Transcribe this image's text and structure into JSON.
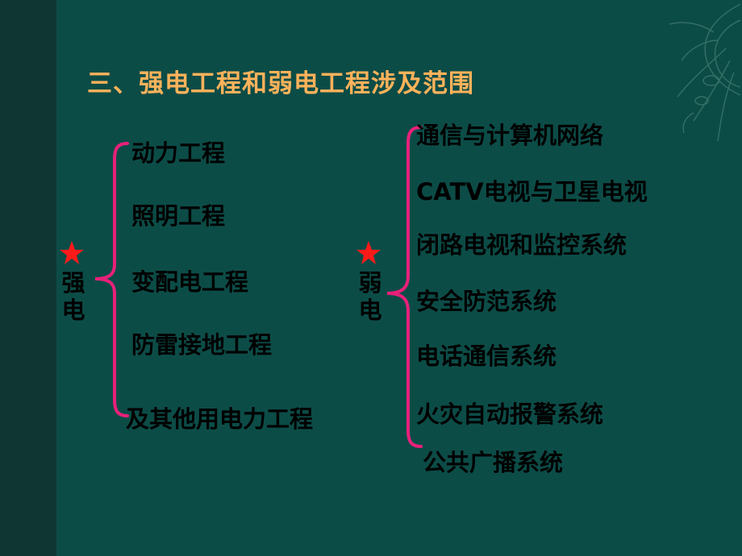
{
  "slide": {
    "title": "三、强电工程和弱电工程涉及范围",
    "strong": {
      "label_top": "强",
      "label_bottom": "电",
      "items": [
        "动力工程",
        "照明工程",
        "变配电工程",
        "防雷接地工程",
        "及其他用电力工程"
      ]
    },
    "weak": {
      "label_top": "弱",
      "label_bottom": "电",
      "items": [
        "通信与计算机网络",
        "CATV电视与卫星电视",
        "闭路电视和监控系统",
        "安全防范系统",
        "电话通信系统",
        "火灾自动报警系统",
        "公共广播系统"
      ]
    },
    "colors": {
      "background": "#0c4c47",
      "title": "#ffb25a",
      "brace": "#e8207a",
      "star": "#ff1a1a"
    }
  }
}
